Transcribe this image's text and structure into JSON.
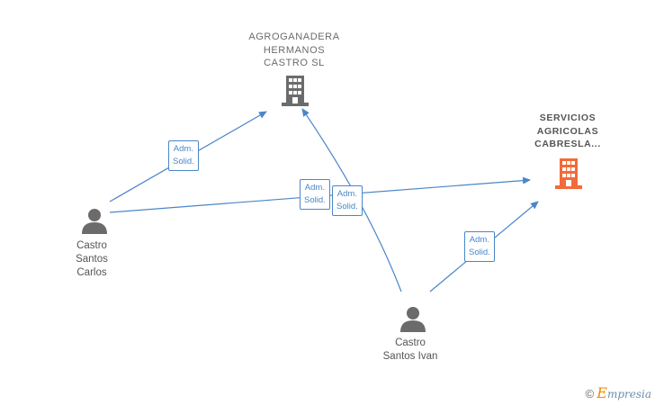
{
  "nodes": {
    "company_agroganadera": {
      "label": "AGROGANADERA\nHERMANOS\nCASTRO  SL",
      "icon": "building-icon",
      "color": "#6b6b6b"
    },
    "company_servicios": {
      "label": "SERVICIOS\nAGRICOLAS\nCABRESLA...",
      "icon": "building-icon",
      "color": "#f26b3a"
    },
    "person_carlos": {
      "label": "Castro\nSantos\nCarlos",
      "icon": "person-icon",
      "color": "#6b6b6b"
    },
    "person_ivan": {
      "label": "Castro\nSantos Ivan",
      "icon": "person-icon",
      "color": "#6b6b6b"
    }
  },
  "edges": [
    {
      "from": "person_carlos",
      "to": "company_agroganadera",
      "label": "Adm.\nSolid."
    },
    {
      "from": "person_carlos",
      "to": "company_servicios",
      "label": "Adm.\nSolid."
    },
    {
      "from": "person_ivan",
      "to": "company_agroganadera",
      "label": "Adm.\nSolid."
    },
    {
      "from": "person_ivan",
      "to": "company_servicios",
      "label": "Adm.\nSolid."
    }
  ],
  "colors": {
    "edge": "#4a86c8"
  },
  "brand": {
    "copyright": "©",
    "e": "E",
    "name": "mpresia"
  }
}
